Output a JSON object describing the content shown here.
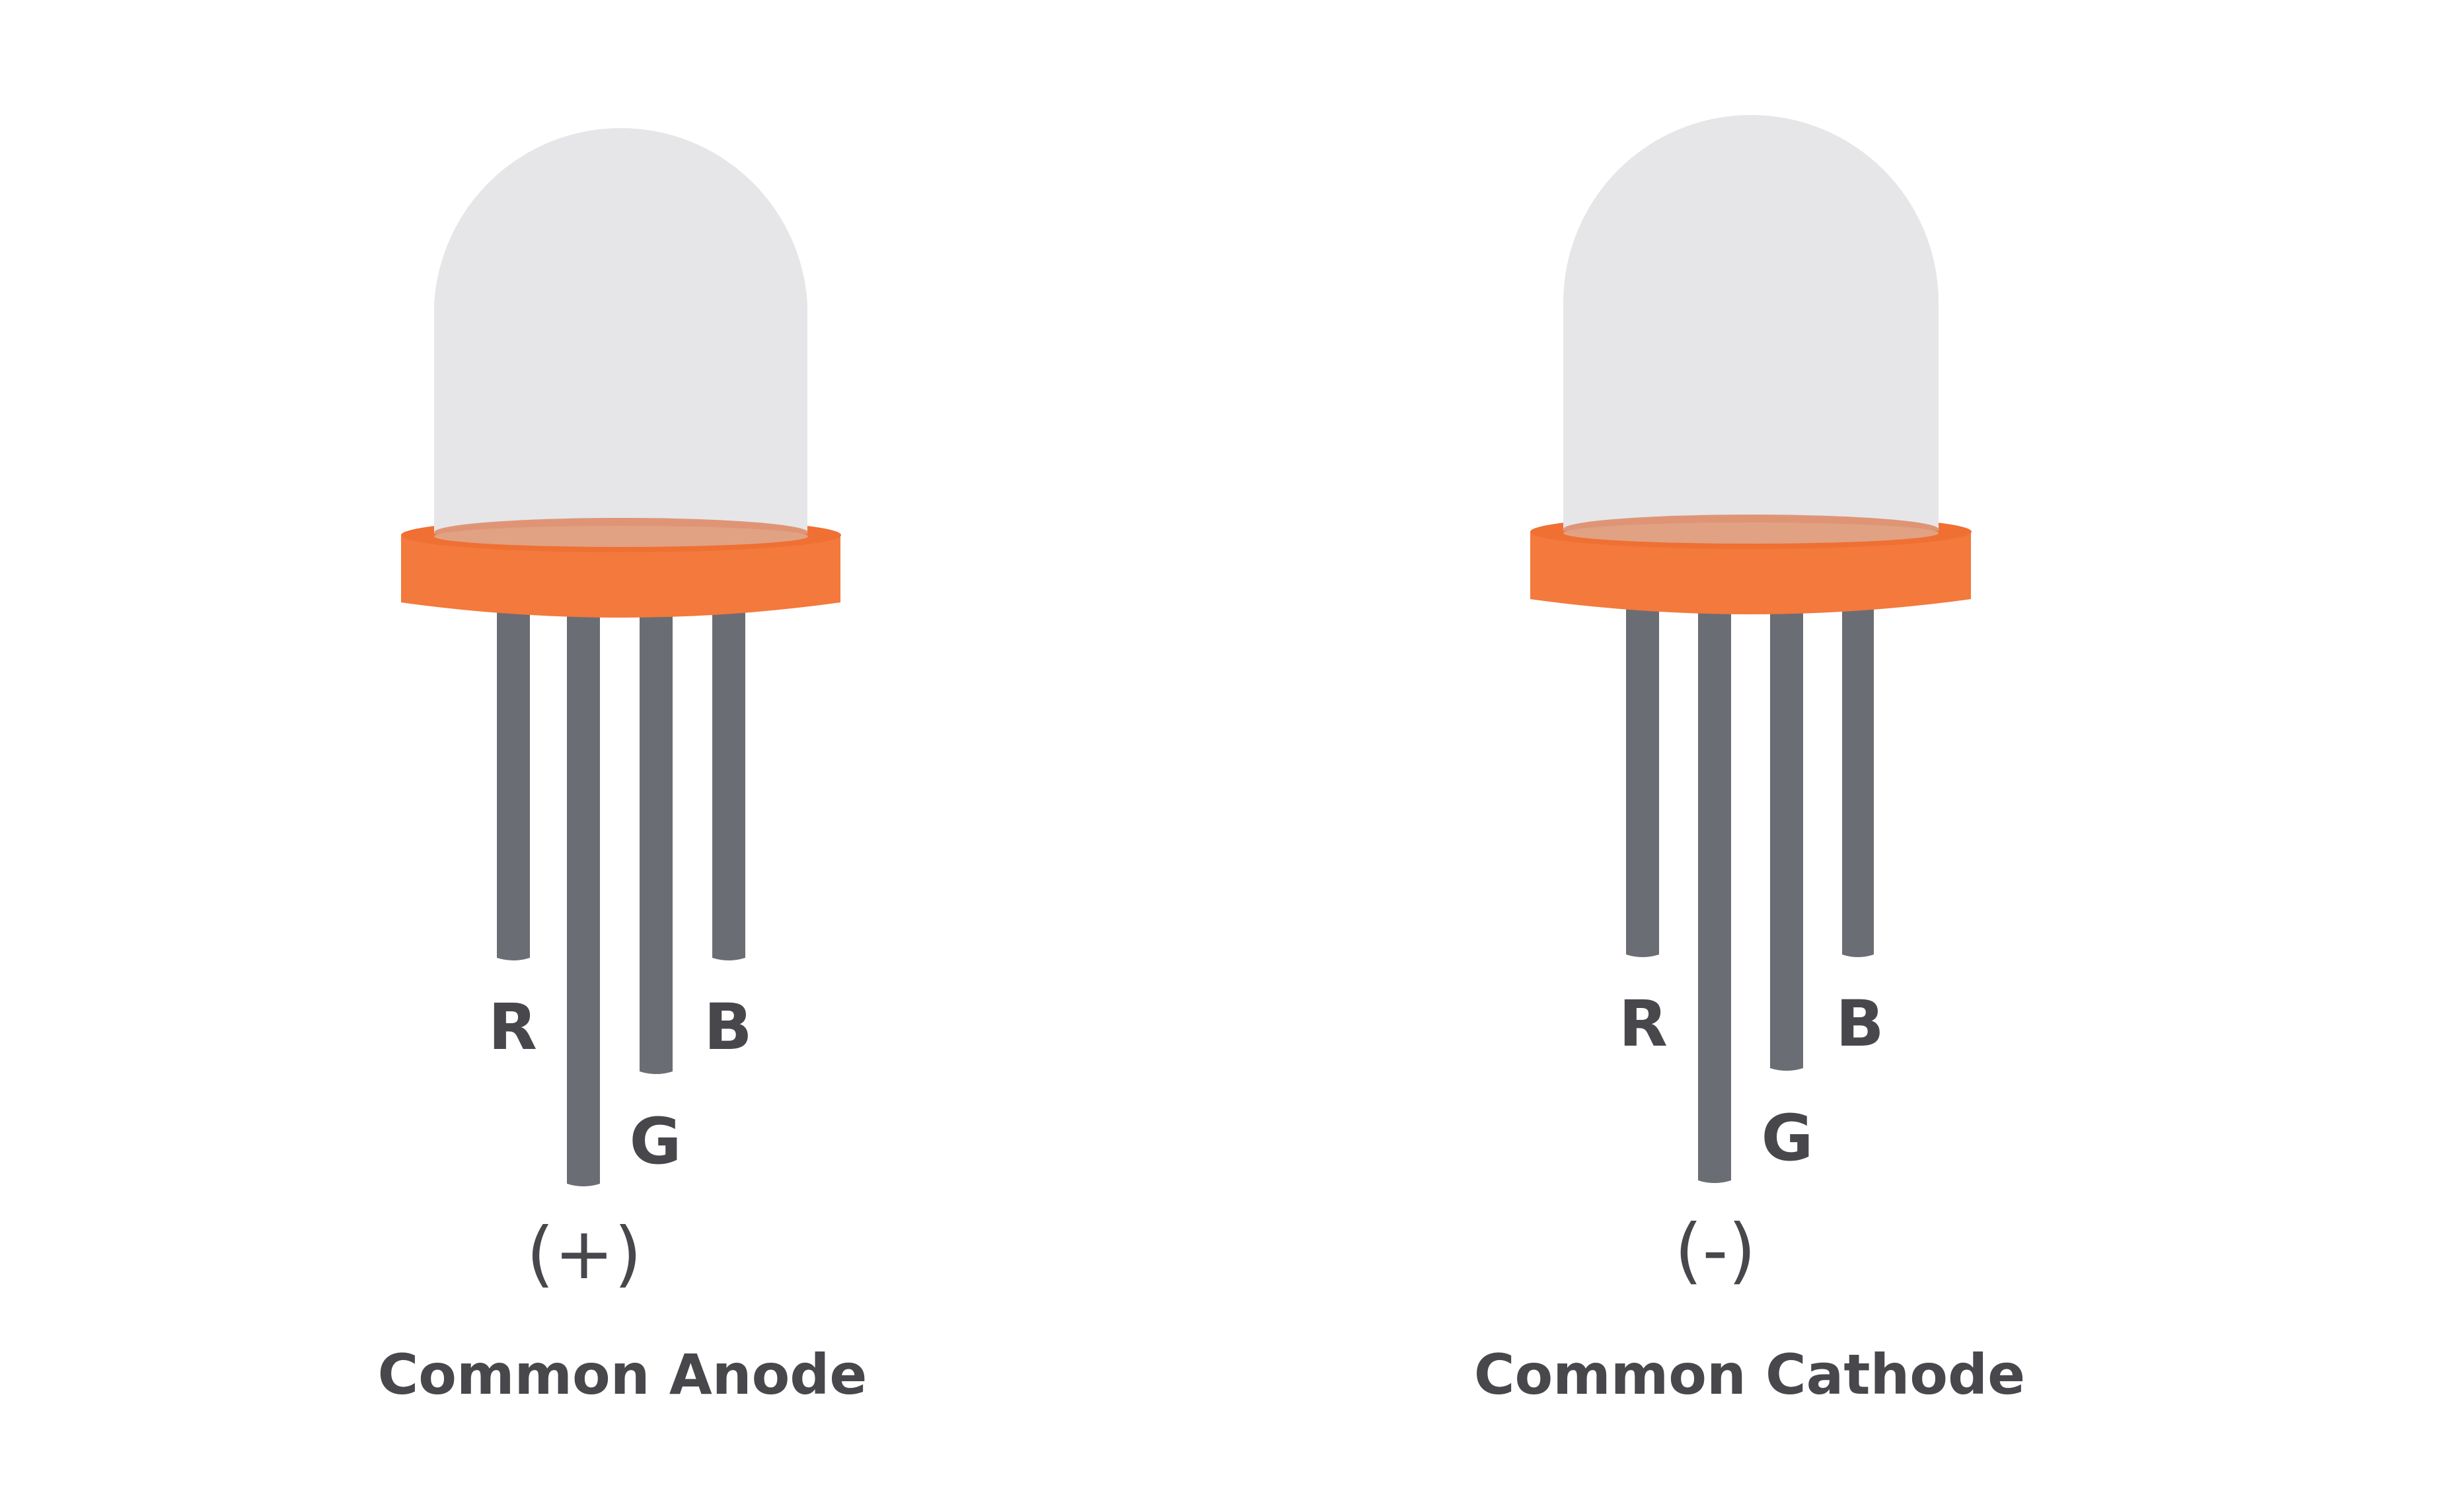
{
  "colors": {
    "dome": "#e6e6e8",
    "base": "#f3793c",
    "base_top": "#f06f33",
    "inner_ring": "#e0a283",
    "inner_ring_edge": "#de8c68",
    "pin": "#6b6d74",
    "text": "#48484c"
  },
  "leds": [
    {
      "title": "Common Anode",
      "polarity": "(+)",
      "pin_labels": {
        "r": "R",
        "g": "G",
        "b": "B"
      }
    },
    {
      "title": "Common Cathode",
      "polarity": "(-)",
      "pin_labels": {
        "r": "R",
        "g": "G",
        "b": "B"
      }
    }
  ]
}
